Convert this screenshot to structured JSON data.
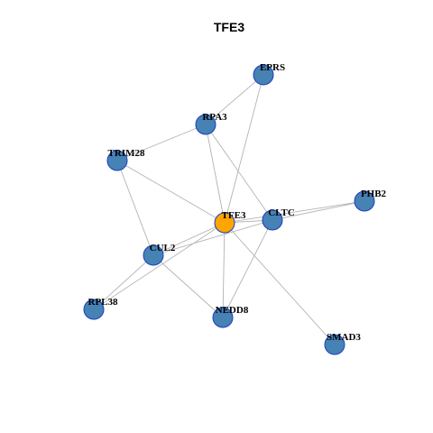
{
  "title": "TFE3",
  "colors": {
    "node_fill": "#4682B4",
    "center_fill": "#FFA500",
    "node_stroke": "#1a3fbf",
    "edge": "#b3b3b3",
    "background": "#ffffff"
  },
  "nodes": [
    {
      "id": "EPRS",
      "label": "EPRS",
      "center": false
    },
    {
      "id": "RPA3",
      "label": "RPA3",
      "center": false
    },
    {
      "id": "TRIM28",
      "label": "TRIM28",
      "center": false
    },
    {
      "id": "PHB2",
      "label": "PHB2",
      "center": false
    },
    {
      "id": "TFE3",
      "label": "TFE3",
      "center": true
    },
    {
      "id": "CLTC",
      "label": "CLTC",
      "center": false
    },
    {
      "id": "CUL2",
      "label": "CUL2",
      "center": false
    },
    {
      "id": "RPL38",
      "label": "RPL38",
      "center": false
    },
    {
      "id": "NEDD8",
      "label": "NEDD8",
      "center": false
    },
    {
      "id": "SMAD3",
      "label": "SMAD3",
      "center": false
    }
  ],
  "edges": [
    [
      "EPRS",
      "RPA3"
    ],
    [
      "EPRS",
      "TFE3"
    ],
    [
      "RPA3",
      "TRIM28"
    ],
    [
      "RPA3",
      "TFE3"
    ],
    [
      "RPA3",
      "CLTC"
    ],
    [
      "TRIM28",
      "TFE3"
    ],
    [
      "TRIM28",
      "CUL2"
    ],
    [
      "TFE3",
      "CLTC"
    ],
    [
      "TFE3",
      "PHB2"
    ],
    [
      "CLTC",
      "PHB2"
    ],
    [
      "CLTC",
      "CUL2"
    ],
    [
      "TFE3",
      "CUL2"
    ],
    [
      "TFE3",
      "RPL38"
    ],
    [
      "TFE3",
      "NEDD8"
    ],
    [
      "TFE3",
      "SMAD3"
    ],
    [
      "CUL2",
      "RPL38"
    ],
    [
      "CUL2",
      "NEDD8"
    ],
    [
      "CLTC",
      "NEDD8"
    ]
  ]
}
